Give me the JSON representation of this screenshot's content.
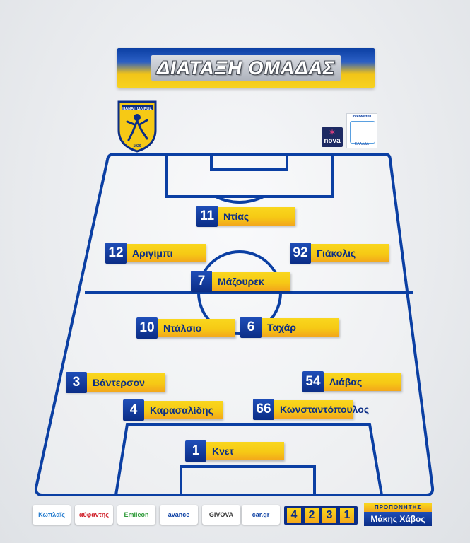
{
  "title": "ΔΙΑΤΑΞΗ ΟΜΑΔΑΣ",
  "colors": {
    "blue": "#0b3fa3",
    "navy": "#0b2d86",
    "yellow": "#f6c915"
  },
  "crest": {
    "icon": "panaitolikos-crest-icon",
    "top_text": "ΠΑΝΑΙΤΩΛΙΚΟΣ",
    "year": "1926"
  },
  "broadcaster": {
    "icon": "nova-logo-icon",
    "label": "nova"
  },
  "league": {
    "icon": "super-league-logo-icon",
    "top": "Interwetten",
    "bottom": "ΕΛΛΑΔΑ"
  },
  "players": [
    {
      "number": "11",
      "name": "Ντίας"
    },
    {
      "number": "12",
      "name": "Αριγίμπι"
    },
    {
      "number": "92",
      "name": "Γιάκολις"
    },
    {
      "number": "7",
      "name": "Μάζουρεκ"
    },
    {
      "number": "10",
      "name": "Ντάλσιο"
    },
    {
      "number": "6",
      "name": "Ταχάρ"
    },
    {
      "number": "3",
      "name": "Βάντερσον"
    },
    {
      "number": "54",
      "name": "Λιάβας"
    },
    {
      "number": "4",
      "name": "Καρασαλίδης"
    },
    {
      "number": "66",
      "name": "Κωνσταντόπουλος"
    },
    {
      "number": "1",
      "name": "Κνετ"
    }
  ],
  "sponsors": [
    {
      "label": "Κωπλαϊς",
      "color": "#2a7fd0"
    },
    {
      "label": "αύφαντης",
      "color": "#d0202a"
    },
    {
      "label": "Emileon",
      "color": "#2f9b3a"
    },
    {
      "label": "avance",
      "color": "#0b3fa3"
    },
    {
      "label": "GIVOVA",
      "color": "#333333"
    },
    {
      "label": "car.gr",
      "color": "#0b3fa3"
    }
  ],
  "formation": [
    "4",
    "2",
    "3",
    "1"
  ],
  "coach": {
    "label": "ΠΡΟΠΟΝΗΤΗΣ",
    "name": "Μάκης Χάβος"
  }
}
